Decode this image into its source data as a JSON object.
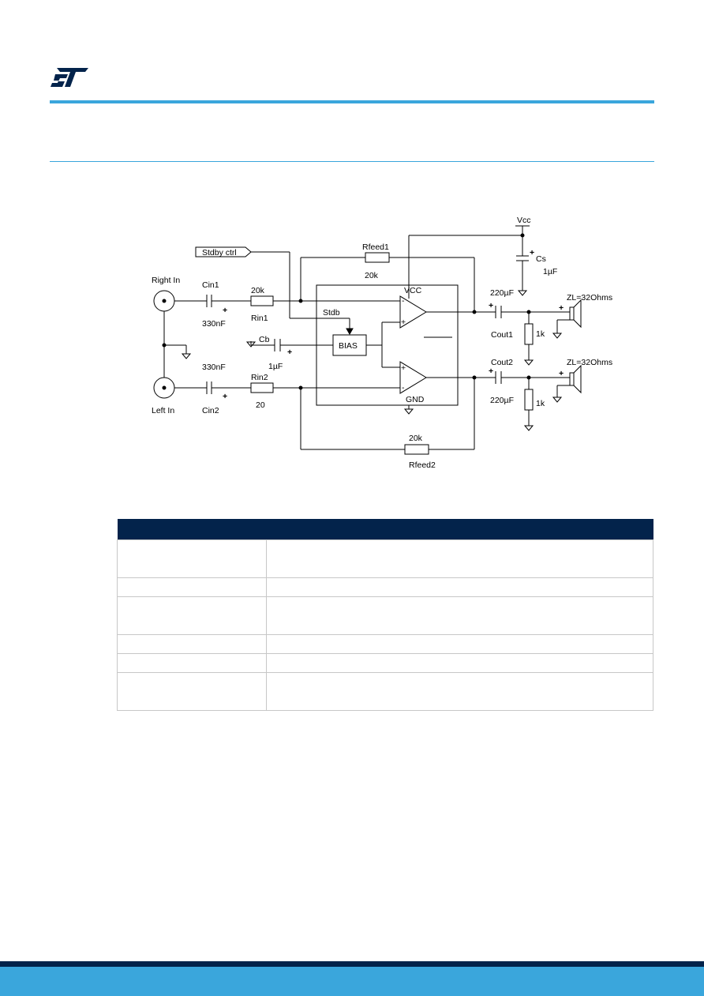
{
  "colors": {
    "brand_blue": "#3aa6dc",
    "brand_navy": "#03234b",
    "logo": "#03234b"
  },
  "logo": {
    "icon": "st-logo-icon"
  },
  "schematic": {
    "labels": {
      "right_in": "Right In",
      "left_in": "Left In",
      "cin1": "Cin1",
      "cin1_val": "330nF",
      "cin2_val_top": "330nF",
      "cin2": "Cin2",
      "rin1_val": "20k",
      "rin1": "Rin1",
      "rin2": "Rin2",
      "rin2_val": "20",
      "stdby": "Stdby ctrl",
      "rfeed1": "Rfeed1",
      "rfeed1_val": "20k",
      "rfeed2_val": "20k",
      "rfeed2": "Rfeed2",
      "vcc_top": "Vcc",
      "vcc_chip": "VCC",
      "gnd": "GND",
      "stdb": "Stdb",
      "bias": "BIAS",
      "cb": "Cb",
      "cb_val": "1µF",
      "cs": "Cs",
      "cs_val": "1µF",
      "cout1_cap": "220µF",
      "cout1": "Cout1",
      "cout2": "Cout2",
      "cout2_cap": "220µF",
      "r1k_a": "1k",
      "r1k_b": "1k",
      "zl1": "ZL=32Ohms",
      "zl2": "ZL=32Ohms",
      "plus": "+",
      "minus": "-"
    }
  },
  "table": {
    "headers": [
      "",
      ""
    ],
    "rows": [
      [
        "",
        ""
      ],
      [
        "",
        ""
      ],
      [
        "",
        ""
      ],
      [
        "",
        ""
      ],
      [
        "",
        ""
      ],
      [
        "",
        ""
      ]
    ]
  }
}
